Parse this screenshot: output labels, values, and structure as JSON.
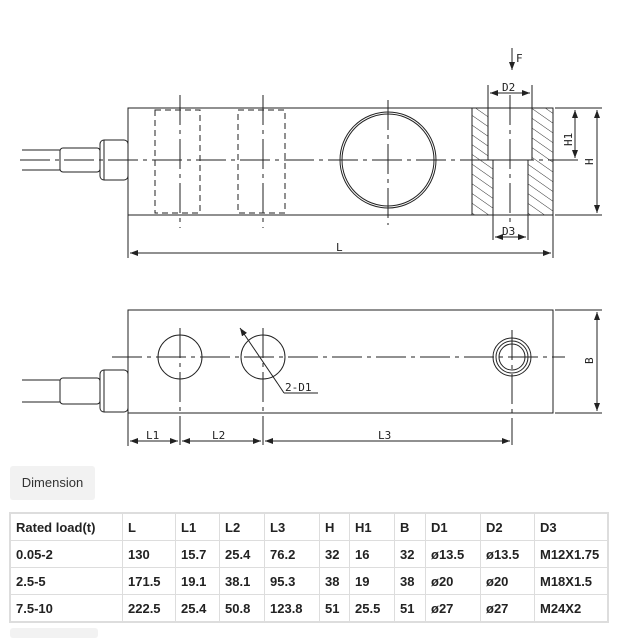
{
  "drawing": {
    "labels": {
      "F": "F",
      "D2": "D2",
      "D3": "D3",
      "H1": "H1",
      "H": "H",
      "L": "L",
      "B": "B",
      "D1": "2-D1",
      "L1": "L1",
      "L2": "L2",
      "L3": "L3"
    }
  },
  "tab_label": "Dimension",
  "table": {
    "headers": [
      "Rated load(t)",
      "L",
      "L1",
      "L2",
      "L3",
      "H",
      "H1",
      "B",
      "D1",
      "D2",
      "D3"
    ],
    "rows": [
      [
        "0.05-2",
        "130",
        "15.7",
        "25.4",
        "76.2",
        "32",
        "16",
        "32",
        "ø13.5",
        "ø13.5",
        "M12X1.75"
      ],
      [
        "2.5-5",
        "171.5",
        "19.1",
        "38.1",
        "95.3",
        "38",
        "19",
        "38",
        "ø20",
        "ø20",
        "M18X1.5"
      ],
      [
        "7.5-10",
        "222.5",
        "25.4",
        "50.8",
        "123.8",
        "51",
        "25.5",
        "51",
        "ø27",
        "ø27",
        "M24X2"
      ]
    ]
  }
}
